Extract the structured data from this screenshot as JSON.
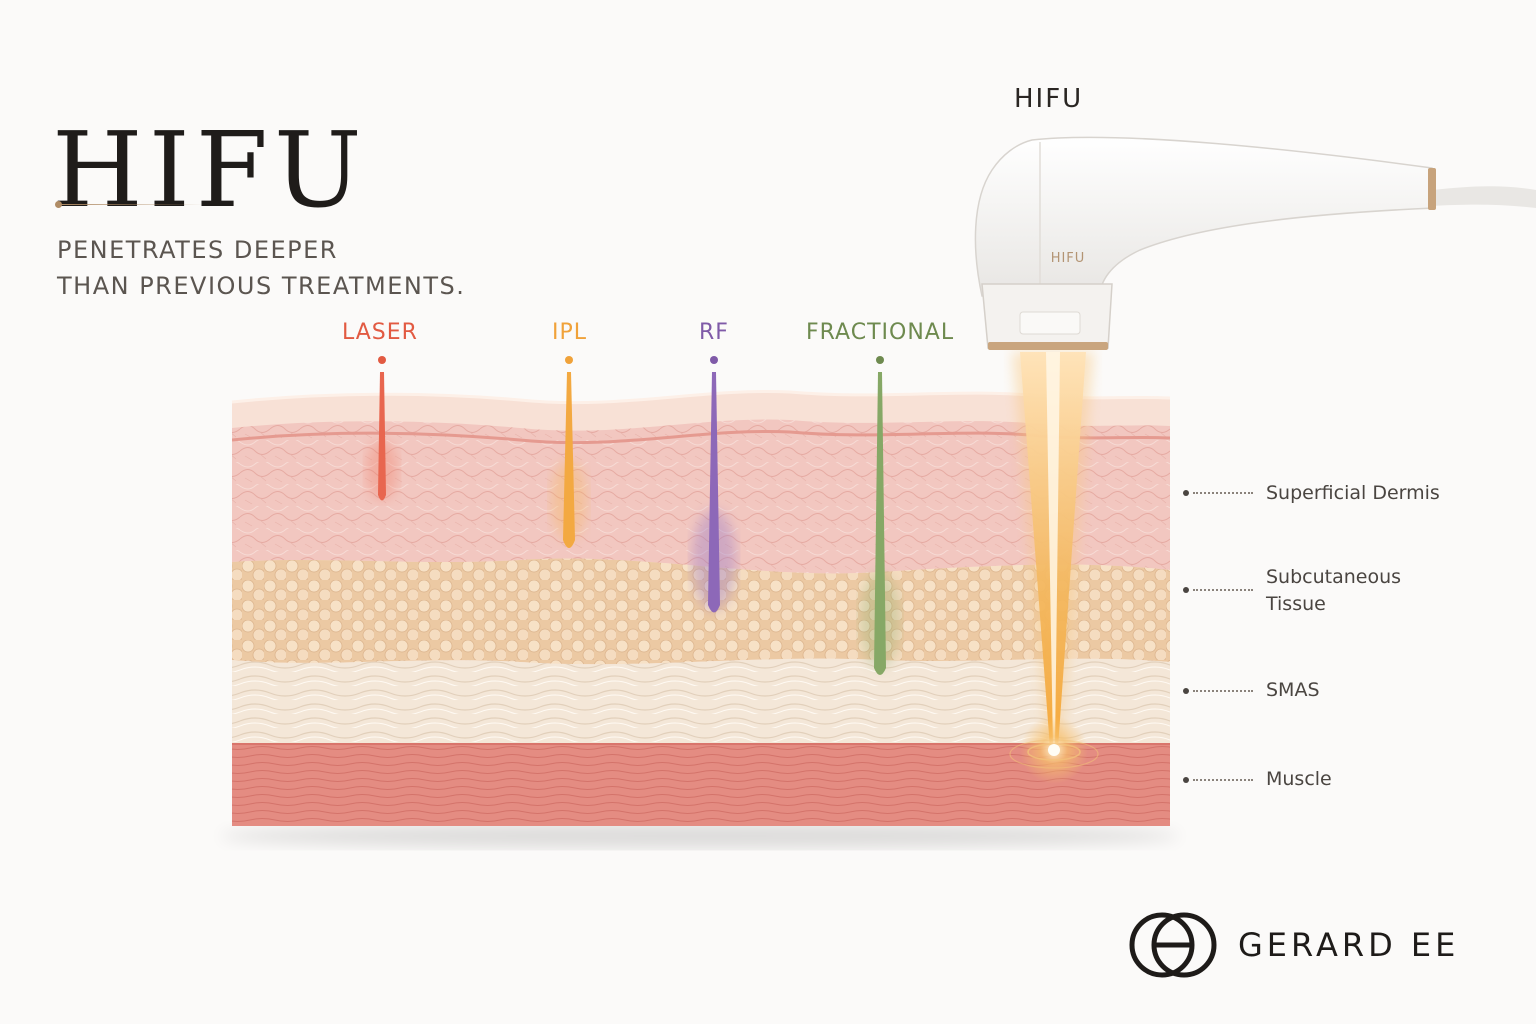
{
  "header": {
    "title": "HIFU",
    "subtitle_lines": [
      "PENETRATES DEEPER",
      "THAN PREVIOUS TREATMENTS."
    ]
  },
  "treatments": [
    {
      "label": "LASER",
      "color": "#e25a42",
      "depth_layer": "Superficial Dermis"
    },
    {
      "label": "IPL",
      "color": "#f0a23a",
      "depth_layer": "Superficial Dermis"
    },
    {
      "label": "RF",
      "color": "#7f5aa8",
      "depth_layer": "Subcutaneous Tissue"
    },
    {
      "label": "FRACTIONAL",
      "color": "#6e8a4f",
      "depth_layer": "SMAS"
    }
  ],
  "device": {
    "label": "HIFU",
    "logo_text": "HIFU",
    "beam_color": "#f2b45a",
    "depth_layer": "SMAS"
  },
  "layers": [
    {
      "lines": [
        "Superficial Dermis"
      ],
      "color": "#f2c4bd"
    },
    {
      "lines": [
        "Subcutaneous",
        "Tissue"
      ],
      "color": "#f0d5b6"
    },
    {
      "lines": [
        "SMAS"
      ],
      "color": "#f3e6d6"
    },
    {
      "lines": [
        "Muscle"
      ],
      "color": "#e48a80"
    }
  ],
  "brand": {
    "name": "GERARD EE",
    "icon": "interlocking-ring-logo-icon"
  }
}
